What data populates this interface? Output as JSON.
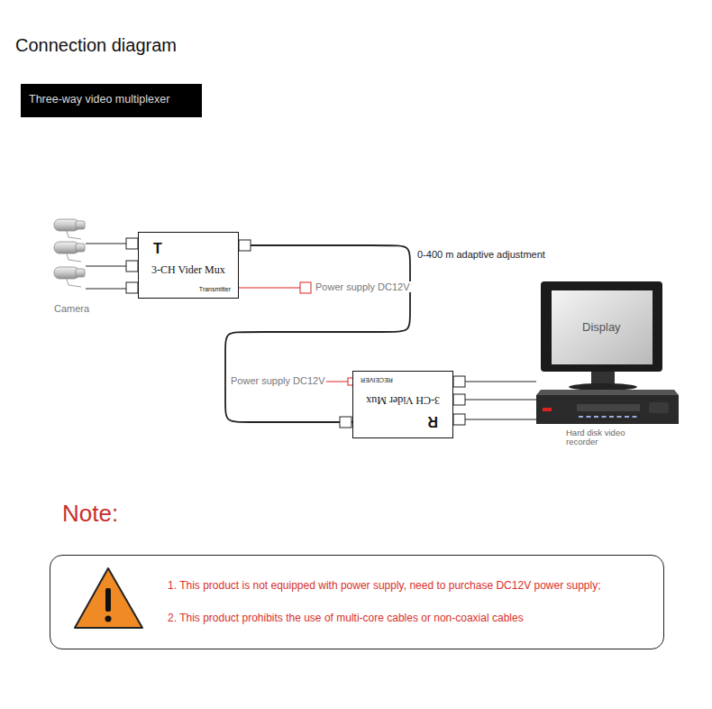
{
  "diagram": {
    "title": "Connection diagram",
    "nodes": [
      {
        "text": [
          "Three-way video multiplexer"
        ]
      },
      {
        "text": [
          "T",
          "3-CH Vider Mux",
          "Transmitter"
        ]
      },
      {
        "text": [
          "R",
          "3-CH Vider Mux",
          "RECEIVER"
        ]
      },
      {
        "text": [
          "Display"
        ]
      },
      {
        "text": [
          "Hard disk video recorder"
        ]
      },
      {
        "text": [
          "1. This product is not equipped with power supply, need to purchase DC12V power supply;",
          "2. This product prohibits the use of multi-core cables or non-coaxial cables"
        ]
      }
    ],
    "edges": [
      {
        "from": 1,
        "to": 2,
        "arrow": "none",
        "label": "0-400 m adaptive adjustment"
      },
      {
        "from": 2,
        "to": 4,
        "arrow": "none"
      },
      {
        "from": 2,
        "to": 4,
        "arrow": "none"
      },
      {
        "from": 2,
        "to": 4,
        "arrow": "none"
      }
    ],
    "labels": [
      "Camera",
      "Power supply DC12V",
      "Power supply DC12V",
      "Note:"
    ]
  }
}
